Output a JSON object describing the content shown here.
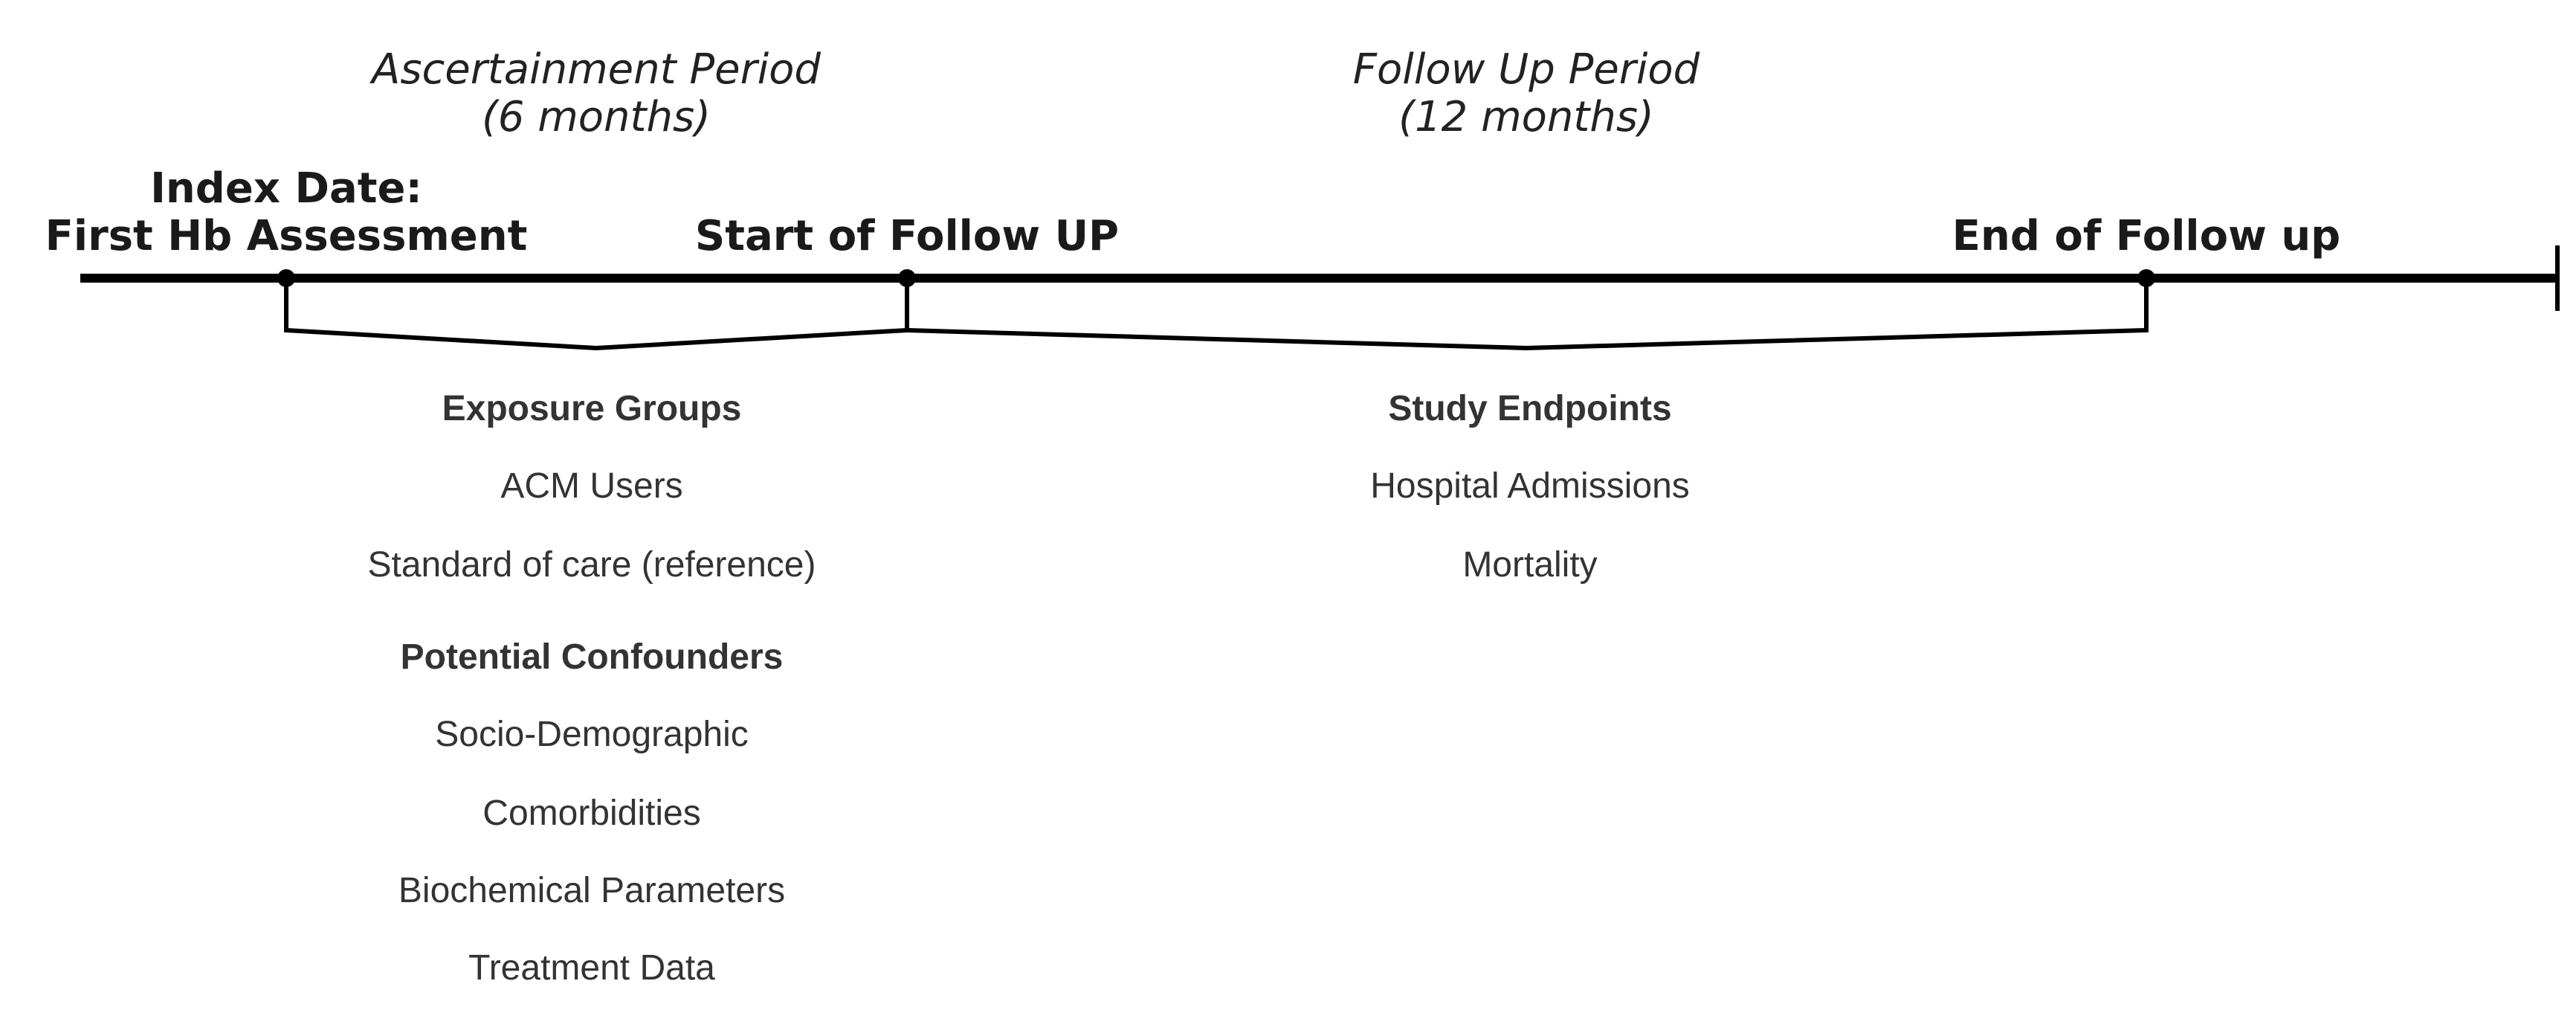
{
  "periods": {
    "ascertainment": {
      "line1": "Ascertainment Period",
      "line2": "(6 months)"
    },
    "follow_up": {
      "line1": "Follow Up Period",
      "line2": "(12 months)"
    }
  },
  "milestones": {
    "index_date": {
      "line1": "Index Date:",
      "line2": "First Hb Assessment"
    },
    "start_follow_up": {
      "label": "Start of Follow UP"
    },
    "end_follow_up": {
      "label": "End of Follow up"
    }
  },
  "exposure_groups": {
    "heading": "Exposure Groups",
    "items": [
      "ACM Users",
      "Standard of care (reference)"
    ]
  },
  "potential_confounders": {
    "heading": "Potential Confounders",
    "items": [
      "Socio-Demographic",
      "Comorbidities",
      "Biochemical Parameters",
      "Treatment Data"
    ]
  },
  "study_endpoints": {
    "heading": "Study Endpoints",
    "items": [
      "Hospital Admissions",
      "Mortality"
    ]
  }
}
